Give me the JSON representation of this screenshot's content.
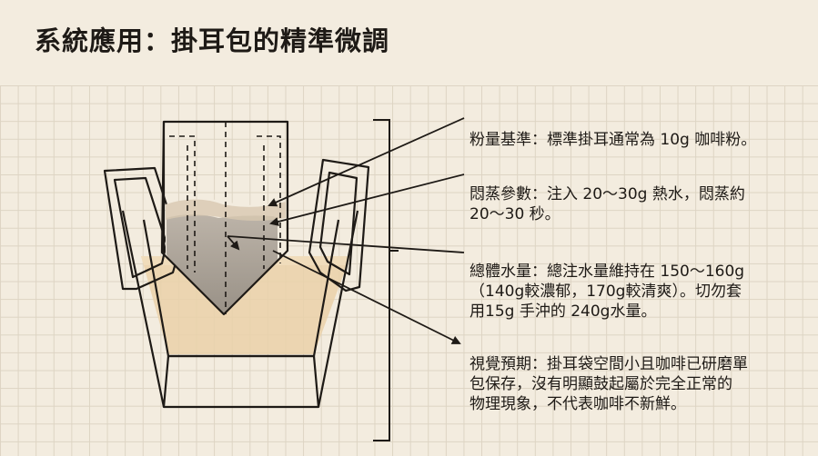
{
  "title": "系統應用：掛耳包的精準微調",
  "colors": {
    "background": "#f3ecdf",
    "grid": "#ddd4c3",
    "ink": "#1e1a16",
    "coffee_liquid": "#ead1a9",
    "coffee_grounds": "#a9a096"
  },
  "notes": [
    {
      "label": "粉量基準：",
      "text": "標準掛耳通常為 10g 咖啡粉。"
    },
    {
      "label": "悶蒸參數：",
      "text": "注入 20～30g 熱水，悶蒸約\n20～30 秒。"
    },
    {
      "label": "總體水量：",
      "text": "總注水量維持在 150～160g\n（140g較濃郁，170g較清爽）。切勿套\n用15g 手沖的 240g水量。"
    },
    {
      "label": "視覺預期：",
      "text": "掛耳袋空間小且咖啡已研磨單\n包保存，沒有明顯鼓起屬於完全正常的\n物理現象，不代表咖啡不新鮮。"
    }
  ]
}
